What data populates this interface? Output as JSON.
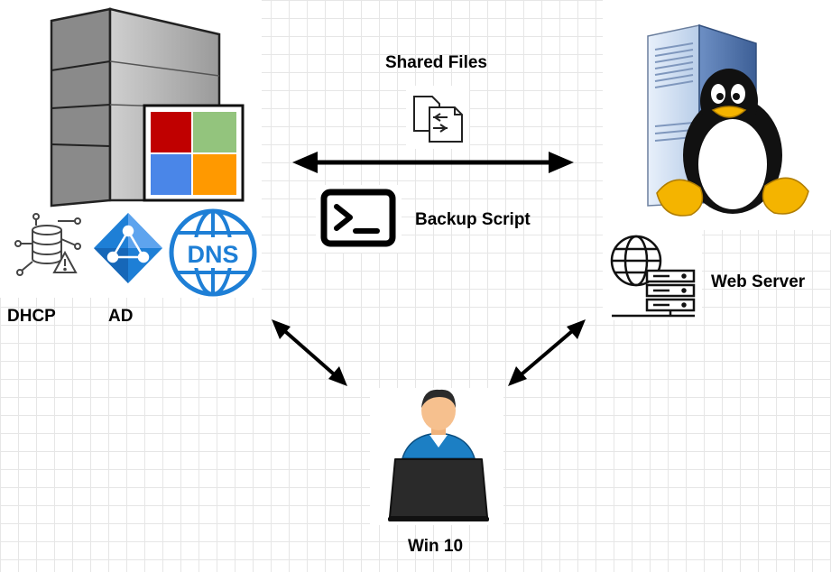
{
  "labels": {
    "shared_files": "Shared Files",
    "backup_script": "Backup Script",
    "web_server": "Web Server",
    "dhcp": "DHCP",
    "ad": "AD",
    "win10": "Win 10",
    "dns_icon_text": "DNS"
  },
  "nodes": {
    "windows_server": {
      "icon": "windows-server-icon"
    },
    "linux_server": {
      "icon": "linux-server-icon"
    },
    "workstation": {
      "icon": "user-laptop-icon"
    },
    "web_server": {
      "icon": "web-server-icon"
    },
    "dhcp": {
      "icon": "dhcp-database-icon"
    },
    "ad": {
      "icon": "active-directory-icon"
    },
    "dns": {
      "icon": "dns-globe-icon"
    },
    "shared_files": {
      "icon": "shared-files-icon"
    },
    "backup_script": {
      "icon": "terminal-icon"
    }
  },
  "connections": [
    {
      "from": "windows_server",
      "to": "linux_server",
      "style": "bidirectional"
    },
    {
      "from": "windows_server",
      "to": "workstation",
      "style": "bidirectional"
    },
    {
      "from": "linux_server",
      "to": "workstation",
      "style": "bidirectional"
    }
  ],
  "colors": {
    "arrow": "#000000",
    "win_red": "#c00000",
    "win_green": "#93c47d",
    "win_blue": "#4a86e8",
    "win_orange": "#ff9900",
    "azure_blue": "#1e7fd6",
    "grid": "#e6e6e6"
  }
}
